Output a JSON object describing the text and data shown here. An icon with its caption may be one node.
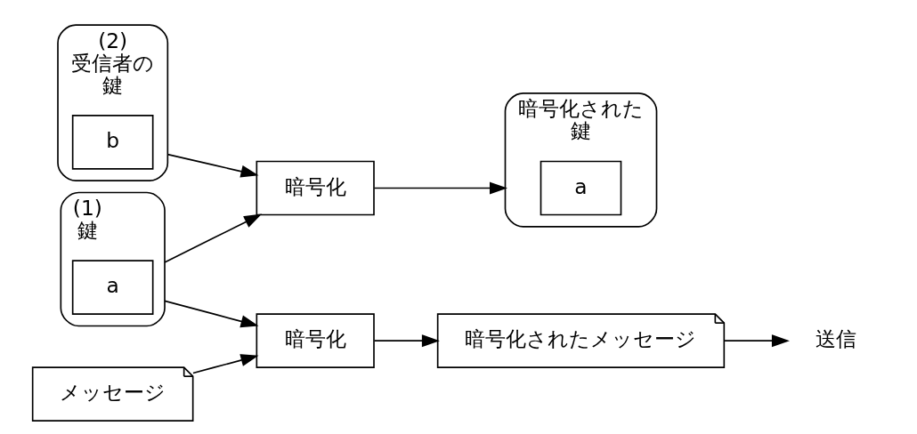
{
  "diagram": {
    "nodes": [
      {
        "text": [
          "受信者の",
          "鍵"
        ],
        "beside": [
          "(2)"
        ]
      },
      {
        "text": [
          "b"
        ],
        "in": 0
      },
      {
        "text": [
          "鍵"
        ],
        "beside": [
          "(1)"
        ]
      },
      {
        "text": [
          "a"
        ],
        "in": 2
      },
      {
        "text": [
          "暗号化"
        ]
      },
      {
        "text": [
          "暗号化された",
          "鍵"
        ]
      },
      {
        "text": [
          "a"
        ],
        "in": 5
      },
      {
        "text": [
          "メッセージ"
        ]
      },
      {
        "text": [
          "暗号化"
        ]
      },
      {
        "text": [
          "暗号化されたメッセージ"
        ]
      },
      {
        "text": [
          "送信"
        ]
      }
    ],
    "edges": [
      {
        "from": 0,
        "to": 4,
        "arrow": "to"
      },
      {
        "from": 2,
        "to": 4,
        "arrow": "to"
      },
      {
        "from": 2,
        "to": 8,
        "arrow": "to"
      },
      {
        "from": 7,
        "to": 8,
        "arrow": "to"
      },
      {
        "from": 4,
        "to": 5,
        "arrow": "to"
      },
      {
        "from": 8,
        "to": 9,
        "arrow": "to"
      },
      {
        "from": 9,
        "to": 10,
        "arrow": "to"
      }
    ]
  }
}
